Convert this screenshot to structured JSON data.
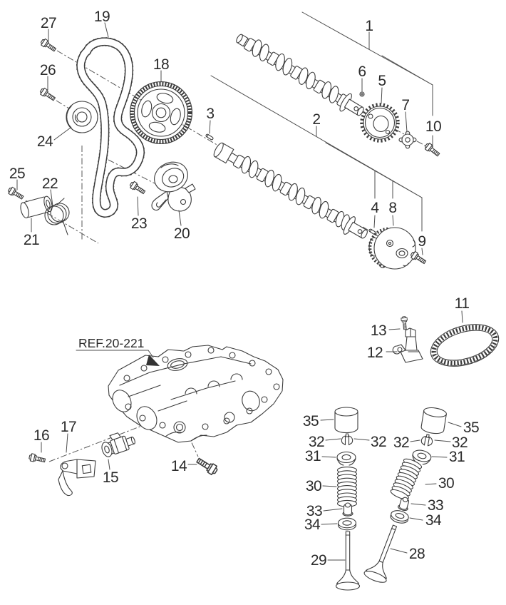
{
  "ink": "#3c3c3c",
  "background": "#ffffff",
  "ref_label": "REF.20-221",
  "callouts": {
    "n1": "1",
    "n2": "2",
    "n3": "3",
    "n4": "4",
    "n5": "5",
    "n6": "6",
    "n7": "7",
    "n8": "8",
    "n9": "9",
    "n10": "10",
    "n11": "11",
    "n12": "12",
    "n13": "13",
    "n14": "14",
    "n15": "15",
    "n16": "16",
    "n17": "17",
    "n18": "18",
    "n19": "19",
    "n20": "20",
    "n21": "21",
    "n22": "22",
    "n23": "23",
    "n24": "24",
    "n25": "25",
    "n26": "26",
    "n27": "27",
    "n28": "28",
    "n29": "29",
    "n30": "30",
    "n31": "31",
    "n32": "32",
    "n33": "33",
    "n34": "34",
    "n35": "35"
  }
}
